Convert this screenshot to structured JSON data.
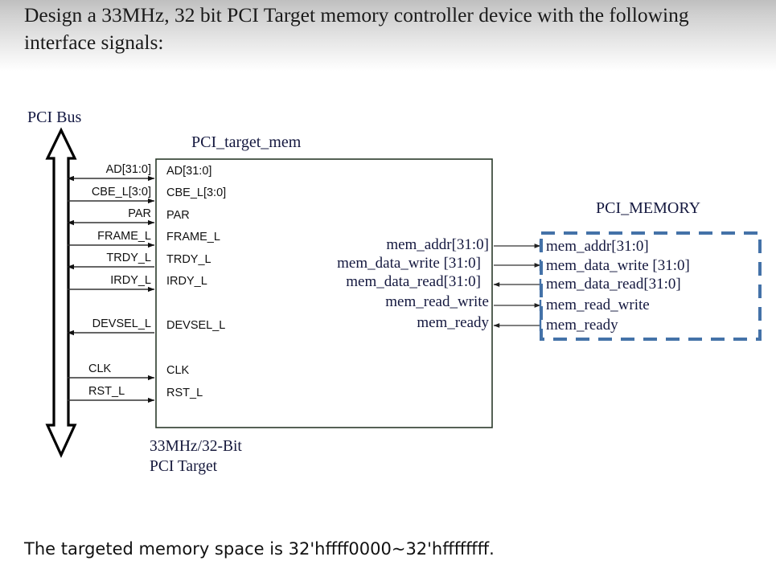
{
  "header": {
    "prompt": "Design a 33MHz, 32 bit PCI Target memory controller device with the following interface signals:"
  },
  "diagram": {
    "bus_label": "PCI Bus",
    "target_title": "PCI_target_mem",
    "target_caption_line1": "33MHz/32-Bit",
    "target_caption_line2": "PCI Target",
    "memory_title": "PCI_MEMORY",
    "memory_border_color": "#4472a8",
    "box_border_color": "#2b3a2b",
    "bus_signals": [
      {
        "name": "AD[31:0]",
        "direction": "bidirectional"
      },
      {
        "name": "CBE_L[3:0]",
        "direction": "in"
      },
      {
        "name": "PAR",
        "direction": "bidirectional"
      },
      {
        "name": "FRAME_L",
        "direction": "in"
      },
      {
        "name": "TRDY_L",
        "direction": "out"
      },
      {
        "name": "IRDY_L",
        "direction": "in"
      },
      {
        "name": "DEVSEL_L",
        "direction": "out"
      },
      {
        "name": "CLK",
        "direction": "in"
      },
      {
        "name": "RST_L",
        "direction": "in"
      }
    ],
    "target_pins": [
      "AD[31:0]",
      "CBE_L[3:0]",
      "PAR",
      "FRAME_L",
      "TRDY_L",
      "IRDY_L",
      "DEVSEL_L",
      "CLK",
      "RST_L"
    ],
    "memory_signals": [
      {
        "name": "mem_addr[31:0]",
        "direction": "out"
      },
      {
        "name": "mem_data_write [31:0]",
        "direction": "out"
      },
      {
        "name": "mem_data_read[31:0]",
        "direction": "in"
      },
      {
        "name": "mem_read_write",
        "direction": "out"
      },
      {
        "name": "mem_ready",
        "direction": "in"
      }
    ],
    "memory_pins": [
      "mem_addr[31:0]",
      "mem_data_write [31:0]",
      "mem_data_read[31:0]",
      "mem_read_write",
      "mem_ready"
    ]
  },
  "footer": {
    "note": "The targeted memory space is 32'hffff0000~32'hffffffff."
  }
}
